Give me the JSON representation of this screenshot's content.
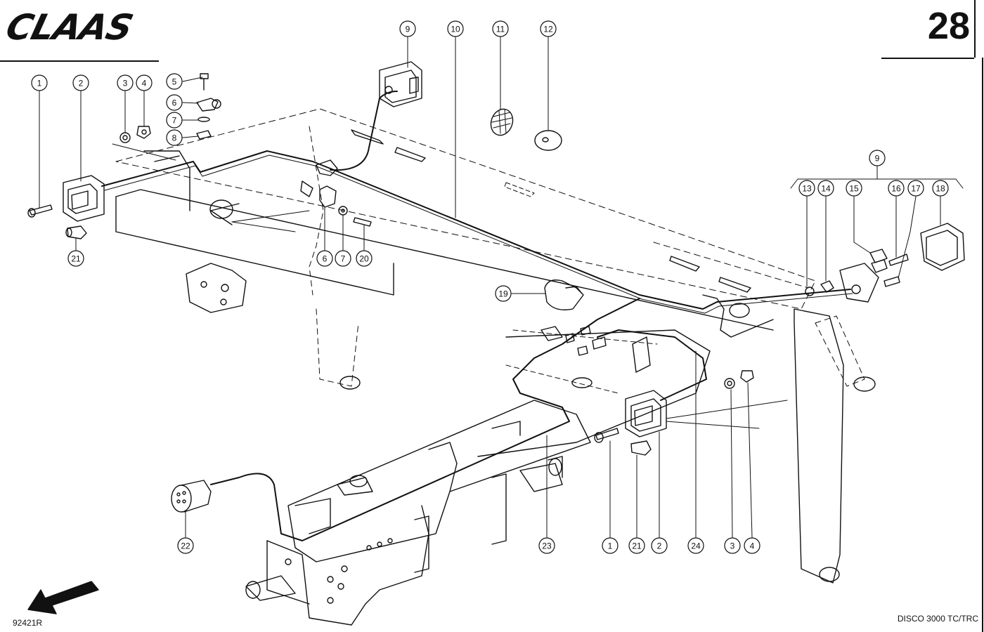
{
  "header": {
    "brand": "CLAAS",
    "page_number": "28"
  },
  "footer": {
    "drawing_code": "92421R",
    "model": "DISCO 3000 TC/TRC"
  },
  "callouts": [
    {
      "id": "c1a",
      "label": "1"
    },
    {
      "id": "c2a",
      "label": "2"
    },
    {
      "id": "c3a",
      "label": "3"
    },
    {
      "id": "c4a",
      "label": "4"
    },
    {
      "id": "c5a",
      "label": "5"
    },
    {
      "id": "c6a",
      "label": "6"
    },
    {
      "id": "c7a",
      "label": "7"
    },
    {
      "id": "c8a",
      "label": "8"
    },
    {
      "id": "c9a",
      "label": "9"
    },
    {
      "id": "c10",
      "label": "10"
    },
    {
      "id": "c11",
      "label": "11"
    },
    {
      "id": "c12",
      "label": "12"
    },
    {
      "id": "c21a",
      "label": "21"
    },
    {
      "id": "c6b",
      "label": "6"
    },
    {
      "id": "c7b",
      "label": "7"
    },
    {
      "id": "c20",
      "label": "20"
    },
    {
      "id": "c9b",
      "label": "9"
    },
    {
      "id": "c13",
      "label": "13"
    },
    {
      "id": "c14",
      "label": "14"
    },
    {
      "id": "c15",
      "label": "15"
    },
    {
      "id": "c16",
      "label": "16"
    },
    {
      "id": "c17",
      "label": "17"
    },
    {
      "id": "c18",
      "label": "18"
    },
    {
      "id": "c19",
      "label": "19"
    },
    {
      "id": "c22",
      "label": "22"
    },
    {
      "id": "c23",
      "label": "23"
    },
    {
      "id": "c1b",
      "label": "1"
    },
    {
      "id": "c21b",
      "label": "21"
    },
    {
      "id": "c2b",
      "label": "2"
    },
    {
      "id": "c24",
      "label": "24"
    },
    {
      "id": "c3b",
      "label": "3"
    },
    {
      "id": "c4b",
      "label": "4"
    }
  ]
}
